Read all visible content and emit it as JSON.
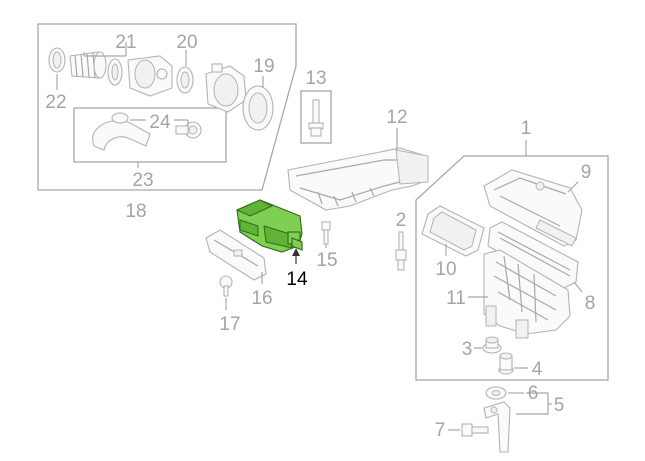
{
  "diagram": {
    "callouts": {
      "c1": "1",
      "c2": "2",
      "c3": "3",
      "c4": "4",
      "c5": "5",
      "c6": "6",
      "c7": "7",
      "c8": "8",
      "c9": "9",
      "c10": "10",
      "c11": "11",
      "c12": "12",
      "c13": "13",
      "c14": "14",
      "c15": "15",
      "c16": "16",
      "c17": "17",
      "c18": "18",
      "c19": "19",
      "c20": "20",
      "c21": "21",
      "c22": "22",
      "c23": "23",
      "c24": "24"
    },
    "highlighted_part": "14",
    "colors": {
      "highlight_fill": "#7ecf52",
      "highlight_stroke": "#2f6a17",
      "line_art": "#a8a8a8",
      "highlight_label": "#000000"
    }
  }
}
